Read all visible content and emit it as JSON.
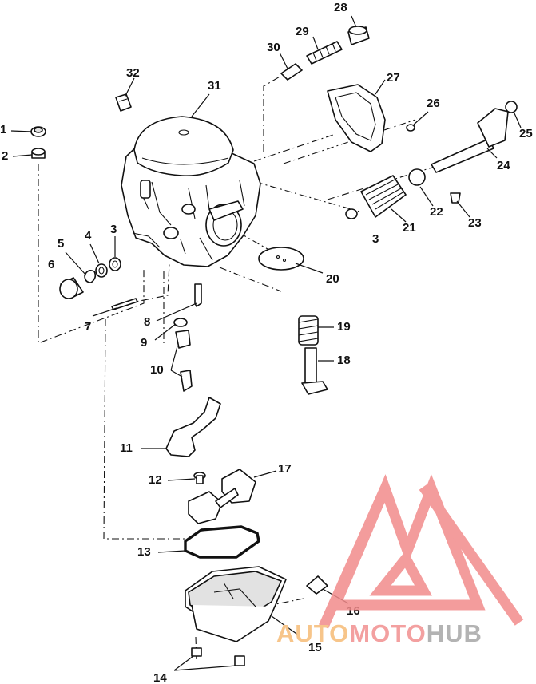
{
  "callouts": [
    {
      "id": "1",
      "text": "1"
    },
    {
      "id": "2",
      "text": "2"
    },
    {
      "id": "3a",
      "text": "3"
    },
    {
      "id": "3b",
      "text": "3"
    },
    {
      "id": "4",
      "text": "4"
    },
    {
      "id": "5",
      "text": "5"
    },
    {
      "id": "6",
      "text": "6"
    },
    {
      "id": "7",
      "text": "7"
    },
    {
      "id": "8",
      "text": "8"
    },
    {
      "id": "9",
      "text": "9"
    },
    {
      "id": "10",
      "text": "10"
    },
    {
      "id": "11",
      "text": "11"
    },
    {
      "id": "12",
      "text": "12"
    },
    {
      "id": "13",
      "text": "13"
    },
    {
      "id": "14",
      "text": "14"
    },
    {
      "id": "15",
      "text": "15"
    },
    {
      "id": "16",
      "text": "16"
    },
    {
      "id": "17",
      "text": "17"
    },
    {
      "id": "18",
      "text": "18"
    },
    {
      "id": "19",
      "text": "19"
    },
    {
      "id": "20",
      "text": "20"
    },
    {
      "id": "21",
      "text": "21"
    },
    {
      "id": "22",
      "text": "22"
    },
    {
      "id": "23",
      "text": "23"
    },
    {
      "id": "24",
      "text": "24"
    },
    {
      "id": "25",
      "text": "25"
    },
    {
      "id": "26",
      "text": "26"
    },
    {
      "id": "27",
      "text": "27"
    },
    {
      "id": "28",
      "text": "28"
    },
    {
      "id": "29",
      "text": "29"
    },
    {
      "id": "30",
      "text": "30"
    },
    {
      "id": "31",
      "text": "31"
    },
    {
      "id": "32",
      "text": "32"
    }
  ],
  "watermark": {
    "parts": [
      {
        "text": "AUTO",
        "color": "#f7c58a"
      },
      {
        "text": "MOTO",
        "color": "#f3a0a0"
      },
      {
        "text": "HUB",
        "color": "#b3b3b3"
      }
    ],
    "logo_color": "#f28b8b"
  },
  "colors": {
    "line": "#111111",
    "background": "#ffffff"
  }
}
